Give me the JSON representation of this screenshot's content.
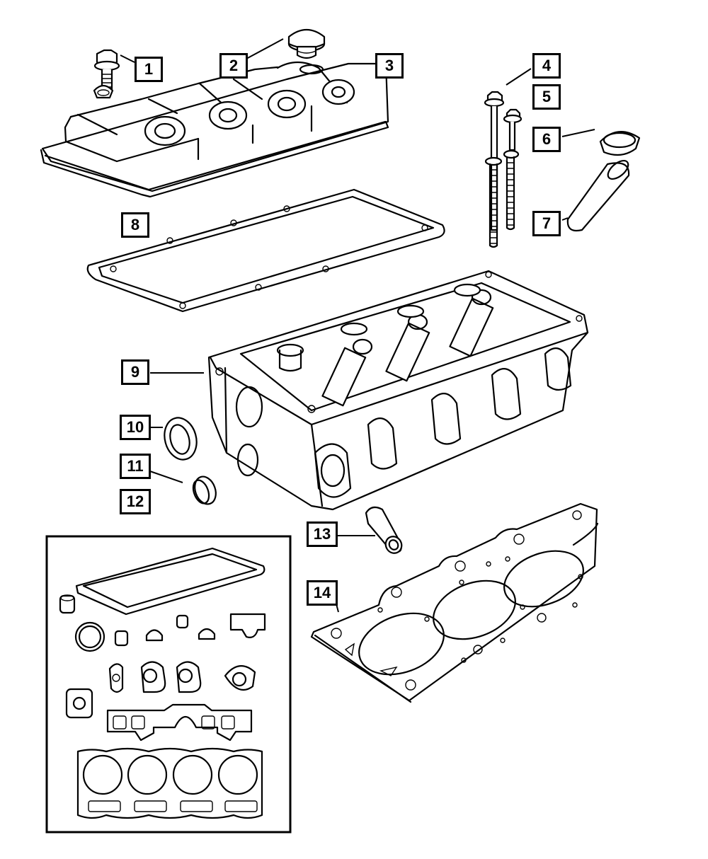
{
  "diagram": {
    "title": "Cylinder Head and Valve Cover Exploded View",
    "callouts": [
      {
        "id": "1",
        "label": "1",
        "part": "valve-cover-bolt"
      },
      {
        "id": "2",
        "label": "2",
        "part": "oil-filler-cap"
      },
      {
        "id": "3",
        "label": "3",
        "part": "cylinder-head-cover"
      },
      {
        "id": "4",
        "label": "4",
        "part": "head-bolt-long"
      },
      {
        "id": "5",
        "label": "5",
        "part": "head-bolt-short"
      },
      {
        "id": "6",
        "label": "6",
        "part": "spark-plug-tube-seal"
      },
      {
        "id": "7",
        "label": "7",
        "part": "spark-plug-tube"
      },
      {
        "id": "8",
        "label": "8",
        "part": "valve-cover-gasket"
      },
      {
        "id": "9",
        "label": "9",
        "part": "cylinder-head"
      },
      {
        "id": "10",
        "label": "10",
        "part": "camshaft-seal"
      },
      {
        "id": "11",
        "label": "11",
        "part": "plug-seal"
      },
      {
        "id": "12",
        "label": "12",
        "part": "plug"
      },
      {
        "id": "13",
        "label": "13",
        "part": "dowel-sleeve"
      },
      {
        "id": "14",
        "label": "14",
        "part": "cylinder-head-gasket"
      }
    ],
    "inset": {
      "name": "gasket-kit-inset"
    }
  }
}
